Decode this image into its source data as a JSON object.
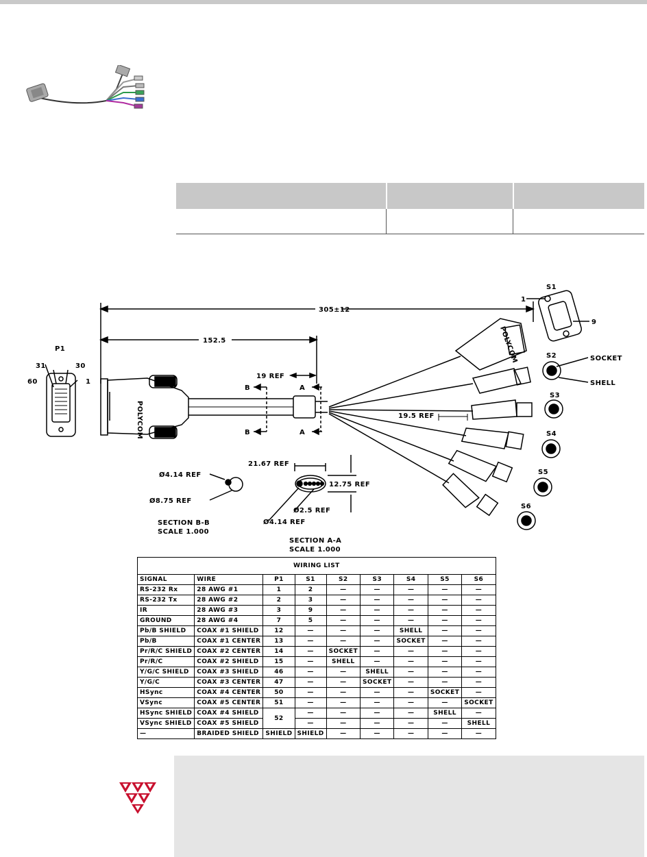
{
  "drawing": {
    "overall_length": "305±12",
    "half_length": "152.5",
    "ref_19": "19 REF",
    "ref_19_5": "19.5 REF",
    "section_b": "B",
    "section_a": "A",
    "p1": "P1",
    "p1_pin31": "31",
    "p1_pin30": "30",
    "p1_pin60": "60",
    "p1_pin1": "1",
    "s1": "S1",
    "s1_pin1": "1",
    "s1_pin9": "9",
    "s2": "S2",
    "s3": "S3",
    "s4": "S4",
    "s5": "S5",
    "s6": "S6",
    "socket": "SOCKET",
    "shell": "SHELL",
    "dia_414": "Ø4.14 REF",
    "dia_875": "Ø8.75 REF",
    "dim_2167": "21.67 REF",
    "dim_1275": "12.75 REF",
    "dia_25": "Ø2.5 REF",
    "dia_414b": "Ø4.14 REF",
    "section_bb": "SECTION B-B",
    "scale_bb": "SCALE 1.000",
    "section_aa": "SECTION A-A",
    "scale_aa": "SCALE 1.000",
    "brand": "POLYCOM"
  },
  "wiring": {
    "title": "WIRING LIST",
    "headers": [
      "SIGNAL",
      "WIRE",
      "P1",
      "S1",
      "S2",
      "S3",
      "S4",
      "S5",
      "S6"
    ],
    "rows": [
      [
        "RS-232 Rx",
        "28 AWG #1",
        "1",
        "2",
        "—",
        "—",
        "—",
        "—",
        "—"
      ],
      [
        "RS-232 Tx",
        "28 AWG #2",
        "2",
        "3",
        "—",
        "—",
        "—",
        "—",
        "—"
      ],
      [
        "IR",
        "28 AWG #3",
        "3",
        "9",
        "—",
        "—",
        "—",
        "—",
        "—"
      ],
      [
        "GROUND",
        "28 AWG #4",
        "7",
        "5",
        "—",
        "—",
        "—",
        "—",
        "—"
      ],
      [
        "Pb/B SHIELD",
        "COAX #1 SHIELD",
        "12",
        "—",
        "—",
        "—",
        "SHELL",
        "—",
        "—"
      ],
      [
        "Pb/B",
        "COAX #1 CENTER",
        "13",
        "—",
        "—",
        "—",
        "SOCKET",
        "—",
        "—"
      ],
      [
        "Pr/R/C SHIELD",
        "COAX #2 CENTER",
        "14",
        "—",
        "SOCKET",
        "—",
        "—",
        "—",
        "—"
      ],
      [
        "Pr/R/C",
        "COAX #2 SHIELD",
        "15",
        "—",
        "SHELL",
        "—",
        "—",
        "—",
        "—"
      ],
      [
        "Y/G/C SHIELD",
        "COAX #3 SHIELD",
        "46",
        "—",
        "—",
        "SHELL",
        "—",
        "—",
        "—"
      ],
      [
        "Y/G/C",
        "COAX #3 CENTER",
        "47",
        "—",
        "—",
        "SOCKET",
        "—",
        "—",
        "—"
      ],
      [
        "HSync",
        "COAX #4 CENTER",
        "50",
        "—",
        "—",
        "—",
        "—",
        "SOCKET",
        "—"
      ],
      [
        "VSync",
        "COAX #5 CENTER",
        "51",
        "—",
        "—",
        "—",
        "—",
        "—",
        "SOCKET"
      ],
      [
        "HSync SHIELD",
        "COAX #4 SHIELD",
        "52",
        "—",
        "—",
        "—",
        "—",
        "SHELL",
        "—"
      ],
      [
        "VSync SHIELD",
        "COAX #5 SHIELD",
        "",
        "—",
        "—",
        "—",
        "—",
        "—",
        "SHELL"
      ],
      [
        "—",
        "BRAIDED SHIELD",
        "SHIELD",
        "SHIELD",
        "—",
        "—",
        "—",
        "—",
        "—"
      ]
    ]
  }
}
